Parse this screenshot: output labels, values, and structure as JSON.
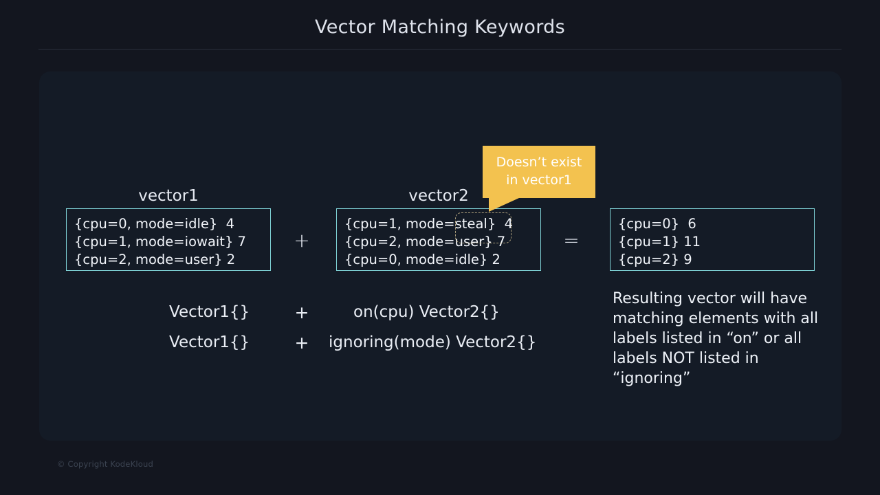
{
  "slide": {
    "title": "Vector Matching Keywords",
    "footer": "© Copyright KodeKloud"
  },
  "vector1": {
    "heading": "vector1",
    "lines": [
      "{cpu=0, mode=idle}  4",
      "{cpu=1, mode=iowait} 7",
      "{cpu=2, mode=user} 2"
    ]
  },
  "vector2": {
    "heading": "vector2",
    "lines": [
      "{cpu=1, mode=steal}  4",
      "{cpu=2, mode=user} 7",
      "{cpu=0, mode=idle} 2"
    ]
  },
  "result": {
    "lines": [
      "{cpu=0}  6",
      "{cpu=1} 11",
      "{cpu=2} 9"
    ],
    "description": "Resulting vector will have matching elements with all labels listed in “on” or all labels NOT listed in “ignoring”"
  },
  "operators": {
    "plus": "+",
    "equals": "="
  },
  "callout": {
    "line1": "Doesn’t exist",
    "line2": "in vector1"
  },
  "formulas": [
    {
      "left": "Vector1{}",
      "operator": "+",
      "right": "on(cpu) Vector2{}"
    },
    {
      "left": "Vector1{}",
      "operator": "+",
      "right": "ignoring(mode) Vector2{}"
    }
  ],
  "colors": {
    "background": "#13161f",
    "panel": "#141b26",
    "box_border": "#80d4d8",
    "callout": "#f3c24f",
    "text": "#eef2f8",
    "annotation": "#c7b68a"
  }
}
